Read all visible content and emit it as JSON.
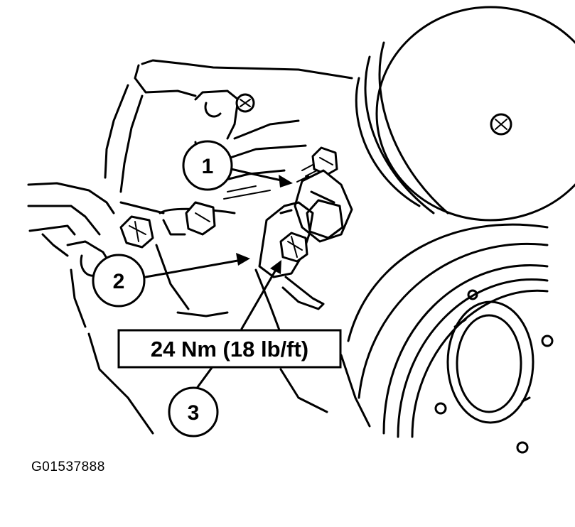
{
  "callouts": [
    {
      "number": "1"
    },
    {
      "number": "2"
    },
    {
      "number": "3"
    }
  ],
  "torque_spec": {
    "text": "24 Nm (18 lb/ft)"
  },
  "figure_code": "G01537888",
  "colors": {
    "ink": "#000000",
    "paper": "#ffffff"
  }
}
